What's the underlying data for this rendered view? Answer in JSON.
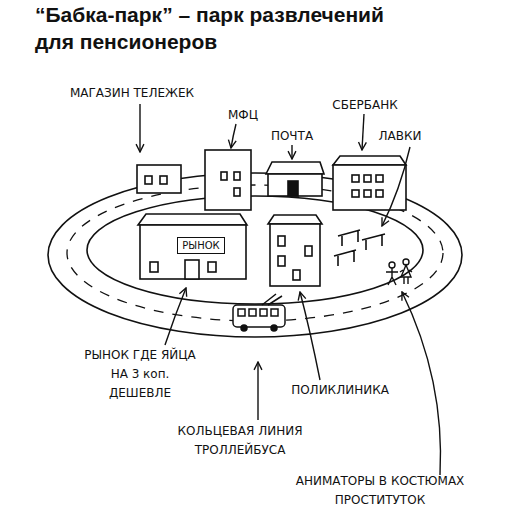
{
  "diagram": {
    "title": "“Бабка-парк” – парк развлечений для пенсионеров",
    "nodes": [
      {
        "text": [
          "РЫНОК"
        ]
      }
    ],
    "labels": [
      "МАГАЗИН ТЕЛЕЖЕК",
      "МФЦ",
      "ПОЧТА",
      "СБЕРБАНК",
      "ЛАВКИ",
      "РЫНОК ГДЕ ЯЙЦА НА 3 коп. ДЕШЕВЛЕ",
      "ПОЛИКЛИНИКА",
      "КОЛЬЦЕВАЯ ЛИНИЯ ТРОЛЛЕЙБУСА",
      "АНИМАТОРЫ В КОСТЮМАХ ПРОСТИТУТОК"
    ]
  }
}
